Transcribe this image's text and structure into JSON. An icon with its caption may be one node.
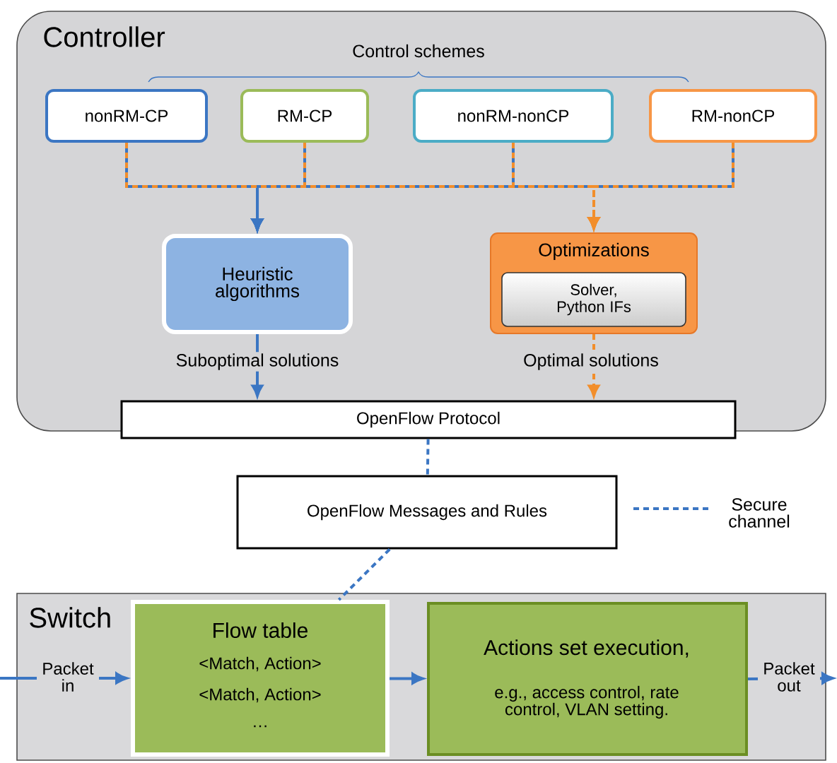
{
  "diagram": {
    "nodes": [
      {
        "text": [
          "Controller"
        ]
      },
      {
        "text": [
          "nonRM-CP"
        ],
        "in": 0
      },
      {
        "text": [
          "RM-CP"
        ],
        "in": 0
      },
      {
        "text": [
          "nonRM-nonCP"
        ],
        "in": 0
      },
      {
        "text": [
          "RM-nonCP"
        ],
        "in": 0
      },
      {
        "text": [
          "Heuristic algorithms"
        ],
        "in": 0
      },
      {
        "text": [
          "Optimizations"
        ],
        "in": 0
      },
      {
        "text": [
          "Solver, Python IFs"
        ],
        "in": 6
      },
      {
        "text": [
          "OpenFlow Protocol"
        ]
      },
      {
        "text": [
          "OpenFlow Messages and Rules"
        ]
      },
      {
        "text": [
          "Switch"
        ]
      },
      {
        "text": [
          "Flow table",
          "<Match, Action>",
          "<Match, Action>",
          "…"
        ],
        "in": 10
      },
      {
        "text": [
          "Actions set execution,",
          "e.g., access control, rate control, VLAN setting."
        ],
        "in": 10
      }
    ],
    "edges": [
      {
        "from": 1,
        "to": 5,
        "arrow": "to"
      },
      {
        "from": 2,
        "to": 5,
        "arrow": "to"
      },
      {
        "from": 3,
        "to": 5,
        "arrow": "to"
      },
      {
        "from": 4,
        "to": 5,
        "arrow": "to"
      },
      {
        "from": 1,
        "to": 6,
        "arrow": "to",
        "style": "dashed",
        "color": "#f28e2b"
      },
      {
        "from": 2,
        "to": 6,
        "arrow": "to",
        "style": "dashed",
        "color": "#f28e2b"
      },
      {
        "from": 3,
        "to": 6,
        "arrow": "to",
        "style": "dashed",
        "color": "#f28e2b"
      },
      {
        "from": 4,
        "to": 6,
        "arrow": "to",
        "style": "dashed",
        "color": "#f28e2b"
      },
      {
        "from": 5,
        "to": 8,
        "arrow": "to",
        "label": "Suboptimal solutions"
      },
      {
        "from": 6,
        "to": 8,
        "arrow": "to",
        "label": "Optimal solutions",
        "style": "dashed",
        "color": "#f28e2b"
      },
      {
        "from": 8,
        "to": 9,
        "arrow": "none",
        "style": "dashed"
      },
      {
        "from": 9,
        "to": 11,
        "arrow": "none",
        "style": "dashed"
      },
      {
        "from": null,
        "to": 11,
        "arrow": "to",
        "label": "Packet in"
      },
      {
        "from": 11,
        "to": 12,
        "arrow": "to"
      },
      {
        "from": 12,
        "to": null,
        "arrow": "to",
        "label": "Packet out"
      }
    ],
    "labels": [
      "Control schemes"
    ],
    "legend": [
      {
        "text": "Secure channel"
      }
    ]
  }
}
